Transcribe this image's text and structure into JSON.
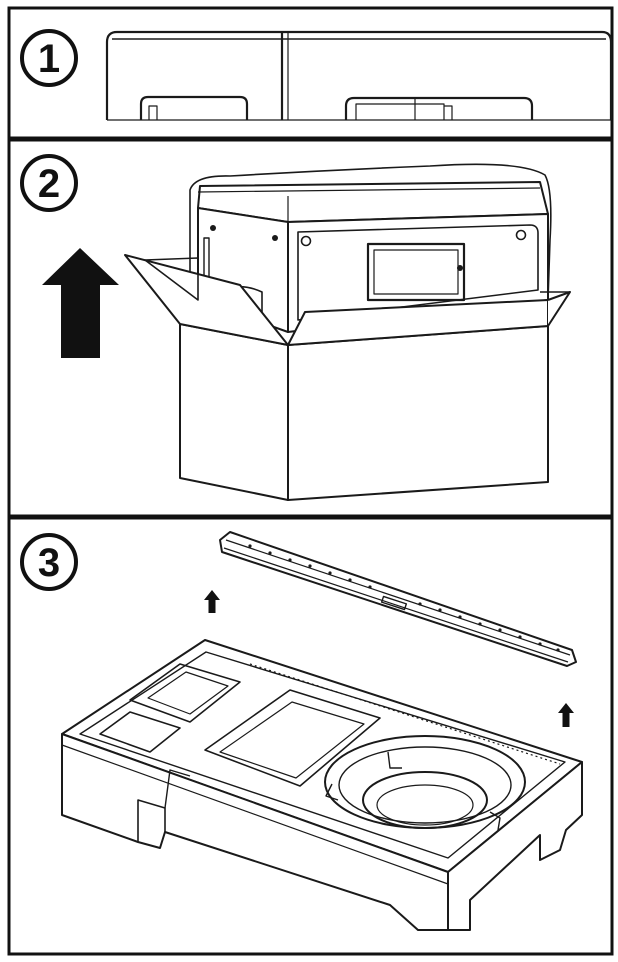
{
  "steps": [
    {
      "number": "1"
    },
    {
      "number": "2"
    },
    {
      "number": "3"
    }
  ],
  "colors": {
    "line": "#1a1a1a",
    "arrow_fill": "#111111",
    "background": "#ffffff",
    "panel_border": "#111111"
  }
}
